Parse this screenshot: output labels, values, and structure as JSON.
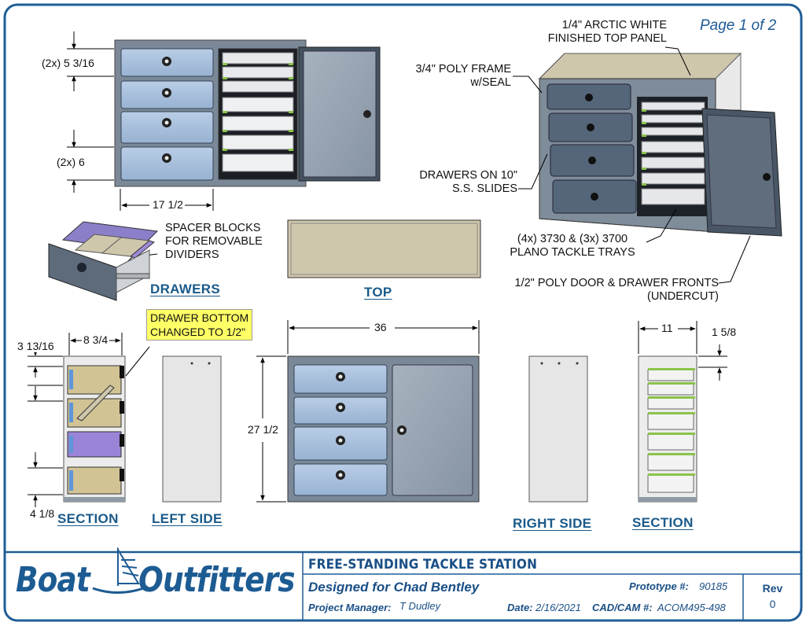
{
  "page_label": "Page 1 of 2",
  "callouts": {
    "top_panel": [
      "1/4\" ARCTIC WHITE",
      "FINISHED TOP PANEL"
    ],
    "frame": [
      "3/4\" POLY FRAME",
      "w/SEAL"
    ],
    "slides": [
      "DRAWERS ON 10\"",
      "S.S. SLIDES"
    ],
    "trays": [
      "(4x) 3730 & (3x) 3700",
      "PLANO TACKLE TRAYS"
    ],
    "fronts": [
      "1/2\" POLY DOOR & DRAWER FRONTS",
      "(UNDERCUT)"
    ],
    "spacer": [
      "SPACER BLOCKS",
      "FOR REMOVABLE",
      "DIVIDERS"
    ],
    "drawer_bottom_note": [
      "DRAWER BOTTOM",
      "CHANGED TO 1/2\""
    ]
  },
  "dimensions": {
    "drawer_front_small": "(2x) 5 3/16",
    "drawer_front_large": "(2x) 6",
    "drawer_width": "17 1/2",
    "overall_width": "36",
    "overall_height": "27 1/2",
    "section_width": "8 3/4",
    "section_top": "3 13/16",
    "section_bottom": "4 1/8",
    "right_section_depth": "11",
    "right_section_top": "1 5/8"
  },
  "views": {
    "drawers": "DRAWERS",
    "top": "TOP",
    "section_left": "SECTION",
    "left_side": "LEFT SIDE",
    "right_side": "RIGHT SIDE",
    "section_right": "SECTION"
  },
  "title_block": {
    "logo_left": "Boat",
    "logo_right": "Outfitters",
    "title": "FREE-STANDING TACKLE STATION",
    "designed_for": "Designed for Chad Bentley",
    "prototype_label": "Prototype #:",
    "prototype_value": "90185",
    "pm_label": "Project Manager:",
    "pm_value": "T Dudley",
    "date_label": "Date:",
    "date_value": "2/16/2021",
    "cadcam_label": "CAD/CAM #:",
    "cadcam_value": "ACOM495-498",
    "rev_label": "Rev",
    "rev_value": "0"
  },
  "colors": {
    "frame": "#7b8898",
    "drawer_front": "#a8c0dc",
    "door": "#9aa6b3",
    "panel_tan": "#cfc7ac",
    "divider_purple": "#9d8ad8",
    "tray_green": "#8bc34a",
    "brand_blue": "#1d5b93",
    "note_yellow": "#ffff66"
  }
}
